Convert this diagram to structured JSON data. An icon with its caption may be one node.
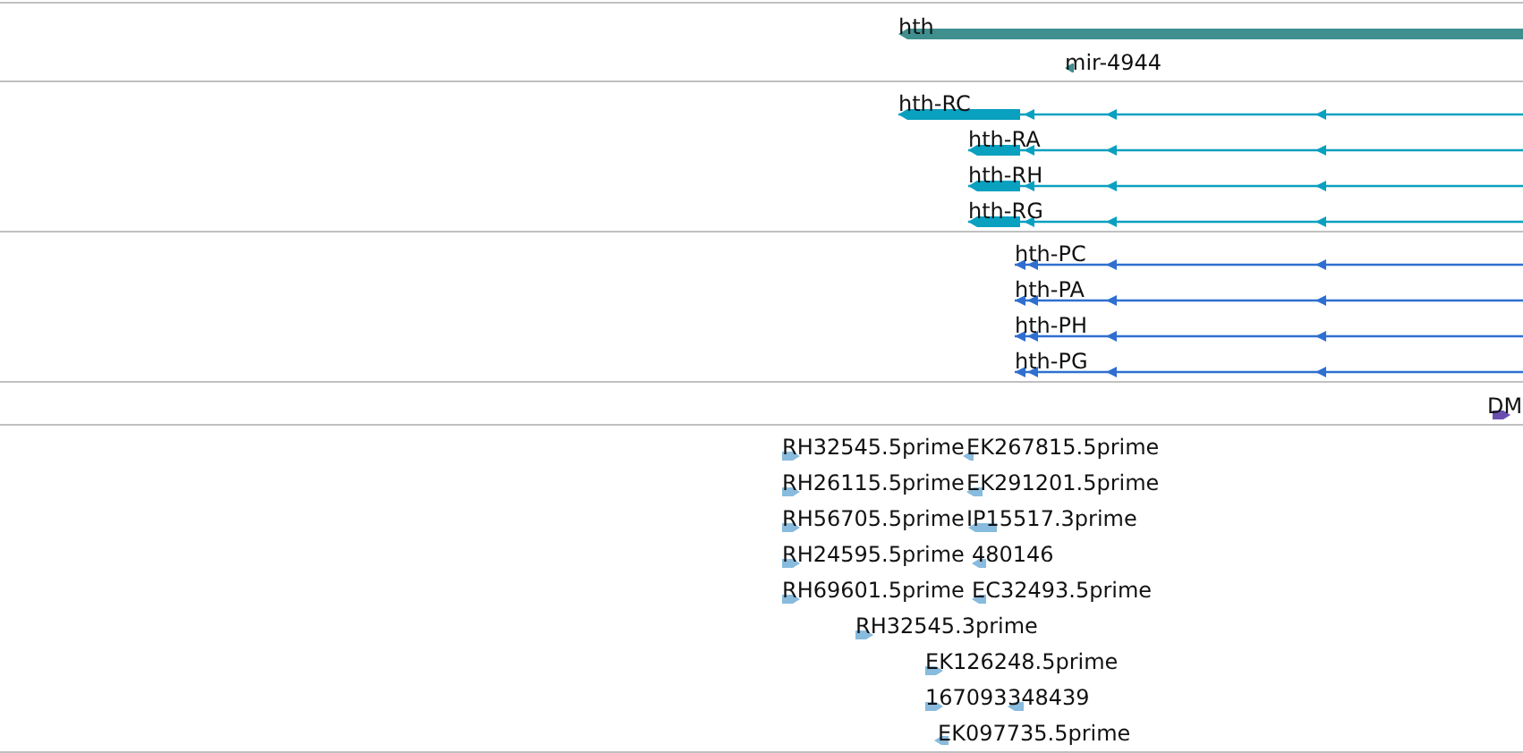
{
  "diagram": {
    "nodes": [
      {
        "text": [
          "hth"
        ]
      },
      {
        "text": [
          "mir-4944"
        ]
      },
      {
        "text": [
          "hth-RC"
        ]
      },
      {
        "text": [
          "hth-RA"
        ]
      },
      {
        "text": [
          "hth-RH"
        ]
      },
      {
        "text": [
          "hth-RG"
        ]
      },
      {
        "text": [
          "hth-PC"
        ]
      },
      {
        "text": [
          "hth-PA"
        ]
      },
      {
        "text": [
          "hth-PH"
        ]
      },
      {
        "text": [
          "hth-PG"
        ]
      },
      {
        "text": [
          "DM"
        ]
      },
      {
        "text": [
          "RH32545.5prime"
        ]
      },
      {
        "text": [
          "EK267815.5prime"
        ]
      },
      {
        "text": [
          "RH26115.5prime"
        ]
      },
      {
        "text": [
          "EK291201.5prime"
        ]
      },
      {
        "text": [
          "RH56705.5prime"
        ]
      },
      {
        "text": [
          "IP15517.3prime"
        ]
      },
      {
        "text": [
          "RH24595.5prime"
        ]
      },
      {
        "text": [
          "480146"
        ]
      },
      {
        "text": [
          "RH69601.5prime"
        ]
      },
      {
        "text": [
          "EC32493.5prime"
        ]
      },
      {
        "text": [
          "RH32545.3prime"
        ]
      },
      {
        "text": [
          "EK126248.5prime"
        ]
      },
      {
        "text": [
          "167093"
        ]
      },
      {
        "text": [
          "348439"
        ]
      },
      {
        "text": [
          "EK097735.5prime"
        ]
      }
    ]
  }
}
